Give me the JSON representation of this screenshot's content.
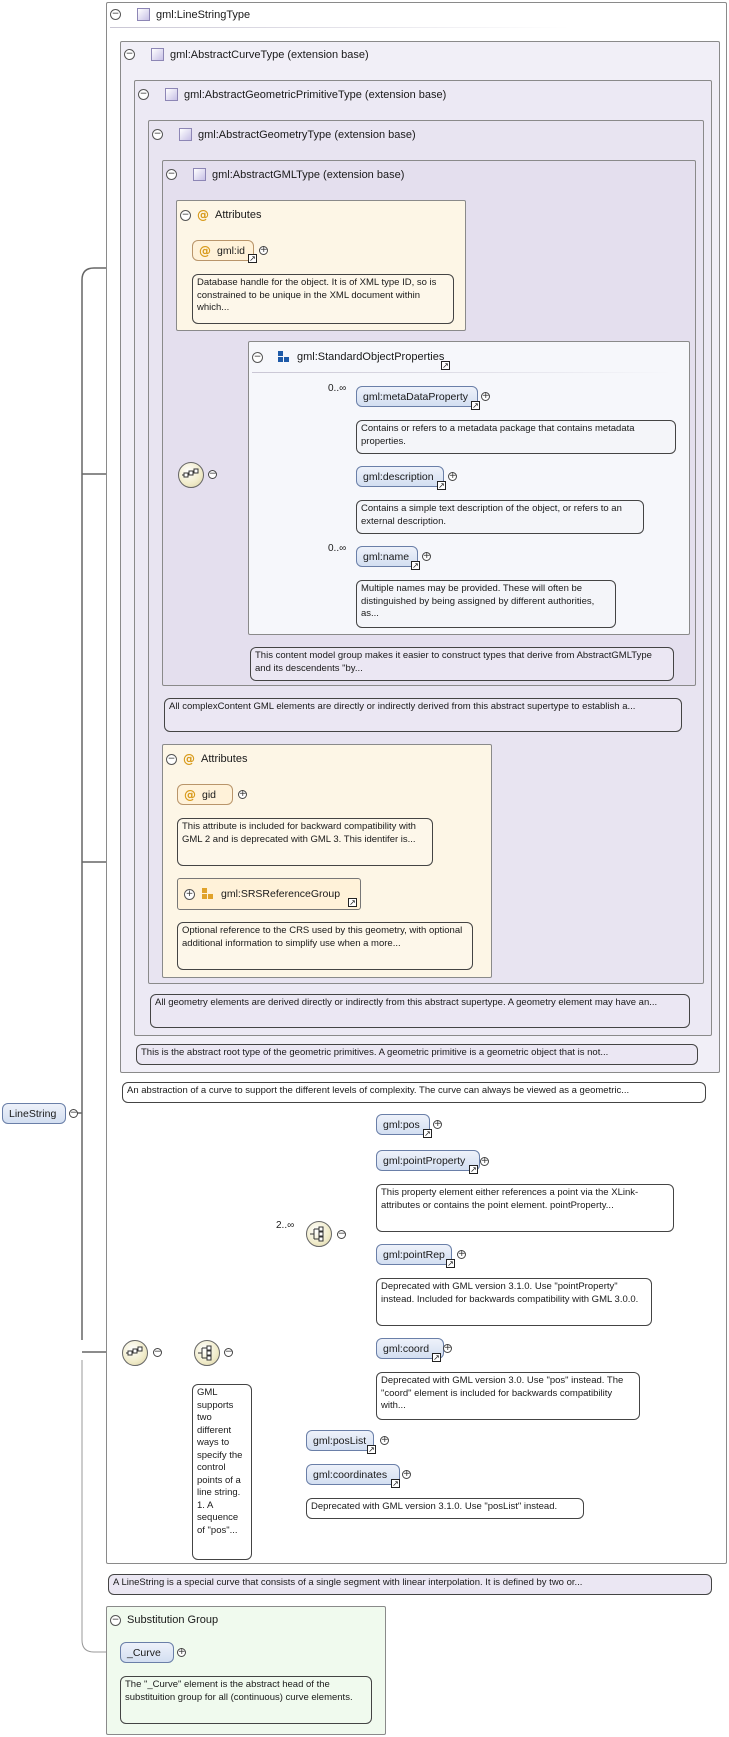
{
  "root": {
    "label": "LineString"
  },
  "types": {
    "linestring_type": "gml:LineStringType",
    "abstract_curve": "gml:AbstractCurveType (extension base)",
    "abstract_primitive": "gml:AbstractGeometricPrimitiveType (extension base)",
    "abstract_geometry": "gml:AbstractGeometryType (extension base)",
    "abstract_gml": "gml:AbstractGMLType (extension base)"
  },
  "gml_attributes": {
    "title": "Attributes",
    "id_label": "gml:id",
    "id_doc": "Database handle for the object. It is of XML type ID, so is constrained to be unique in the XML document within which..."
  },
  "standard_props": {
    "title": "gml:StandardObjectProperties",
    "meta_occ": "0..∞",
    "meta_label": "gml:metaDataProperty",
    "meta_doc": "Contains or refers to a metadata package that contains metadata properties.",
    "desc_label": "gml:description",
    "desc_doc": "Contains a simple text description of the object, or refers to an external description.",
    "name_occ": "0..∞",
    "name_label": "gml:name",
    "name_doc": "Multiple names may be provided. These will often be distinguished by being assigned by different authorities, as...",
    "group_doc": "This content model group makes it easier to construct types that derive from AbstractGMLType and its descendents \"by..."
  },
  "gml_type_doc": "All complexContent GML elements are directly or indirectly derived from this abstract supertype to establish a...",
  "geometry_attributes": {
    "title": "Attributes",
    "gid_label": "gid",
    "gid_doc": "This attribute is included for backward compatibility with GML 2 and is deprecated with GML 3. This identifer is...",
    "srs_label": "gml:SRSReferenceGroup",
    "srs_doc": "Optional reference to the CRS used by this geometry, with optional additional information to simplify use when a more..."
  },
  "geometry_doc": "All geometry elements are derived directly or indirectly from this abstract supertype. A geometry element may have an...",
  "primitive_doc": "This is the abstract root type of the geometric primitives. A geometric primitive is a geometric object that is not...",
  "curve_doc": "An abstraction of a curve to support the different levels of complexity. The curve can always be viewed as a geometric...",
  "choice": {
    "occ": "2..∞",
    "doc": "GML supports two different ways to specify the control points of a line string. 1. A sequence of \"pos\"...",
    "pos_label": "gml:pos",
    "pointprop_label": "gml:pointProperty",
    "pointprop_doc": "This property element either references a point via the XLink-attributes or contains the point element. pointProperty...",
    "pointrep_label": "gml:pointRep",
    "pointrep_doc": "Deprecated with GML version 3.1.0. Use \"pointProperty\" instead. Included for backwards compatibility with GML 3.0.0.",
    "coord_label": "gml:coord",
    "coord_doc": "Deprecated with GML version 3.0. Use \"pos\" instead. The \"coord\" element is included for backwards compatibility with...",
    "poslist_label": "gml:posList",
    "coordinates_label": "gml:coordinates",
    "coordinates_doc": "Deprecated with GML version 3.1.0. Use \"posList\" instead."
  },
  "linestring_doc": "A LineString is a special curve that consists of a single segment with linear interpolation. It is defined by two or...",
  "substitution": {
    "title": "Substitution Group",
    "curve_label": "_Curve",
    "curve_doc": "The \"_Curve\" element is the abstract head of the substituition group for all (continuous) curve elements."
  },
  "colors": {
    "frame": "#8a8a8a",
    "element": "#d3dff1",
    "attribute": "#fff2d9",
    "substitution": "#f0faee"
  }
}
